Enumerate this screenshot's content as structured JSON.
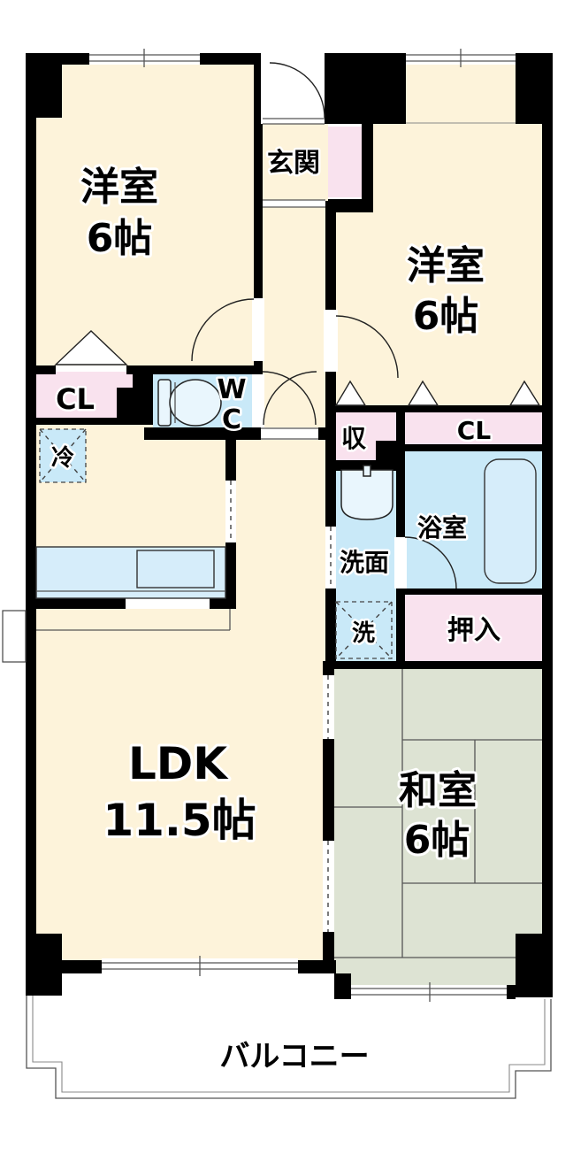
{
  "title": "apartment-floorplan-3LDK",
  "rooms": {
    "western1": {
      "name": "洋室",
      "size": "6帖"
    },
    "western2": {
      "name": "洋室",
      "size": "6帖"
    },
    "ldk": {
      "name": "LDK",
      "size": "11.5帖"
    },
    "japanese": {
      "name": "和室",
      "size": "6帖"
    },
    "entrance": {
      "name": "玄関"
    },
    "balcony": {
      "name": "バルコニー"
    },
    "bathroom": {
      "name": "浴室"
    },
    "washroom": {
      "name": "洗面"
    },
    "toilet": {
      "line1": "W",
      "line2": "C"
    },
    "closet_west": {
      "name": "CL"
    },
    "closet_east": {
      "name": "CL"
    },
    "storage": {
      "name": "収"
    },
    "oshiire": {
      "name": "押入"
    },
    "refrigerator": {
      "name": "冷"
    },
    "washing_machine": {
      "name": "洗"
    }
  },
  "colors": {
    "floor_cream": "#fdf3da",
    "floor_pink": "#f9e2ee",
    "floor_blue": "#c9e9f8",
    "tatami_green": "#dde3d3",
    "wall_black": "#000000",
    "line_gray": "#555555",
    "background": "#ffffff"
  }
}
